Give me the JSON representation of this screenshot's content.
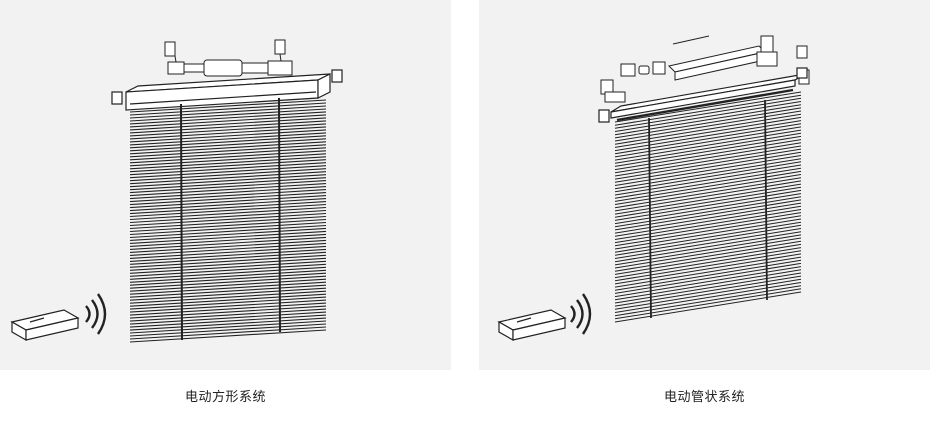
{
  "products": [
    {
      "caption": "电动方形系统",
      "icons": [
        "window-blind-illustration",
        "remote-control-icon",
        "signal-waves-icon"
      ]
    },
    {
      "caption": "电动管状系统",
      "icons": [
        "window-blind-illustration",
        "remote-control-icon",
        "signal-waves-icon"
      ]
    }
  ],
  "colors": {
    "panel_background": "#f2f2f2",
    "line_art": "#222222",
    "caption_text": "#222222"
  }
}
